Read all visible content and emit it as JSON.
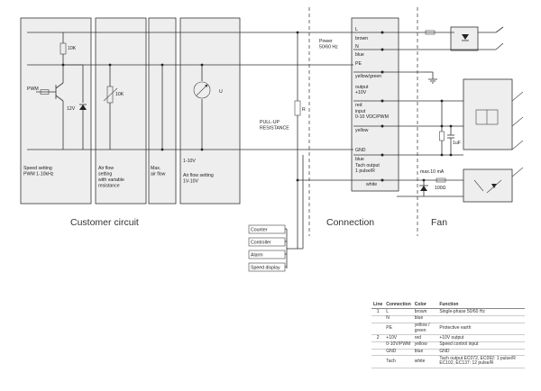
{
  "sections": {
    "customer_circuit": "Customer circuit",
    "connection": "Connection",
    "fan": "Fan"
  },
  "customer": {
    "resistor_10k_top": "10K",
    "pwm": "PWM",
    "zener_12v": "12V",
    "resistor_10k_pot": "10K",
    "meter_u": "U",
    "pullup": [
      "PULL-UP",
      "RESISTANCE"
    ],
    "pullup_r": "R",
    "box1": [
      "Speed setting",
      "PWM 1-10kHz"
    ],
    "box2": [
      "Air flow",
      "setting",
      "with variable",
      "resistance"
    ],
    "box3": [
      "Max.",
      "air flow"
    ],
    "box4_top": "1-10V",
    "box4": [
      "Air flow setting",
      "1V-10V"
    ]
  },
  "devices": [
    "Counter",
    "Controller",
    "Alarm",
    "Speed display"
  ],
  "connection": {
    "power": [
      "Power",
      "50/60 Hz"
    ],
    "L": "L",
    "brown": "brown",
    "N": "N",
    "blue": "blue",
    "PE": "PE",
    "yellowgreen": "yellow/green",
    "output": [
      "output",
      "+10V"
    ],
    "red": "red",
    "input": [
      "input",
      "0-10 VDC/PWM"
    ],
    "yellow": "yellow",
    "GND": "GND",
    "blue2": "blue",
    "tach": [
      "Tach output",
      "1 pulse/R"
    ],
    "white": "white"
  },
  "fan": {
    "max_current": "max.10 mA",
    "resistor_100": "100Ω",
    "cap": "1uF"
  },
  "table": {
    "headers": [
      "Line",
      "Connection",
      "Color",
      "Function"
    ],
    "rows": [
      {
        "line": "1",
        "connection": "L",
        "color": "brown",
        "function": "Single-phase 50/60 Hz"
      },
      {
        "line": "",
        "connection": "N",
        "color": "blue",
        "function": ""
      },
      {
        "line": "",
        "connection": "PE",
        "color": "yellow / green",
        "function": "Protective earth"
      },
      {
        "line": "2",
        "connection": "+10V",
        "color": "red",
        "function": "+10V output"
      },
      {
        "line": "",
        "connection": "0-10V/PWM",
        "color": "yellow",
        "function": "Speed control input"
      },
      {
        "line": "",
        "connection": "GND",
        "color": "blue",
        "function": "GND"
      },
      {
        "line": "",
        "connection": "Tach",
        "color": "white",
        "function": "Tach output EC072, EC092: 1 pulse/R EC102, EC137: 12 pulse/R"
      }
    ]
  }
}
